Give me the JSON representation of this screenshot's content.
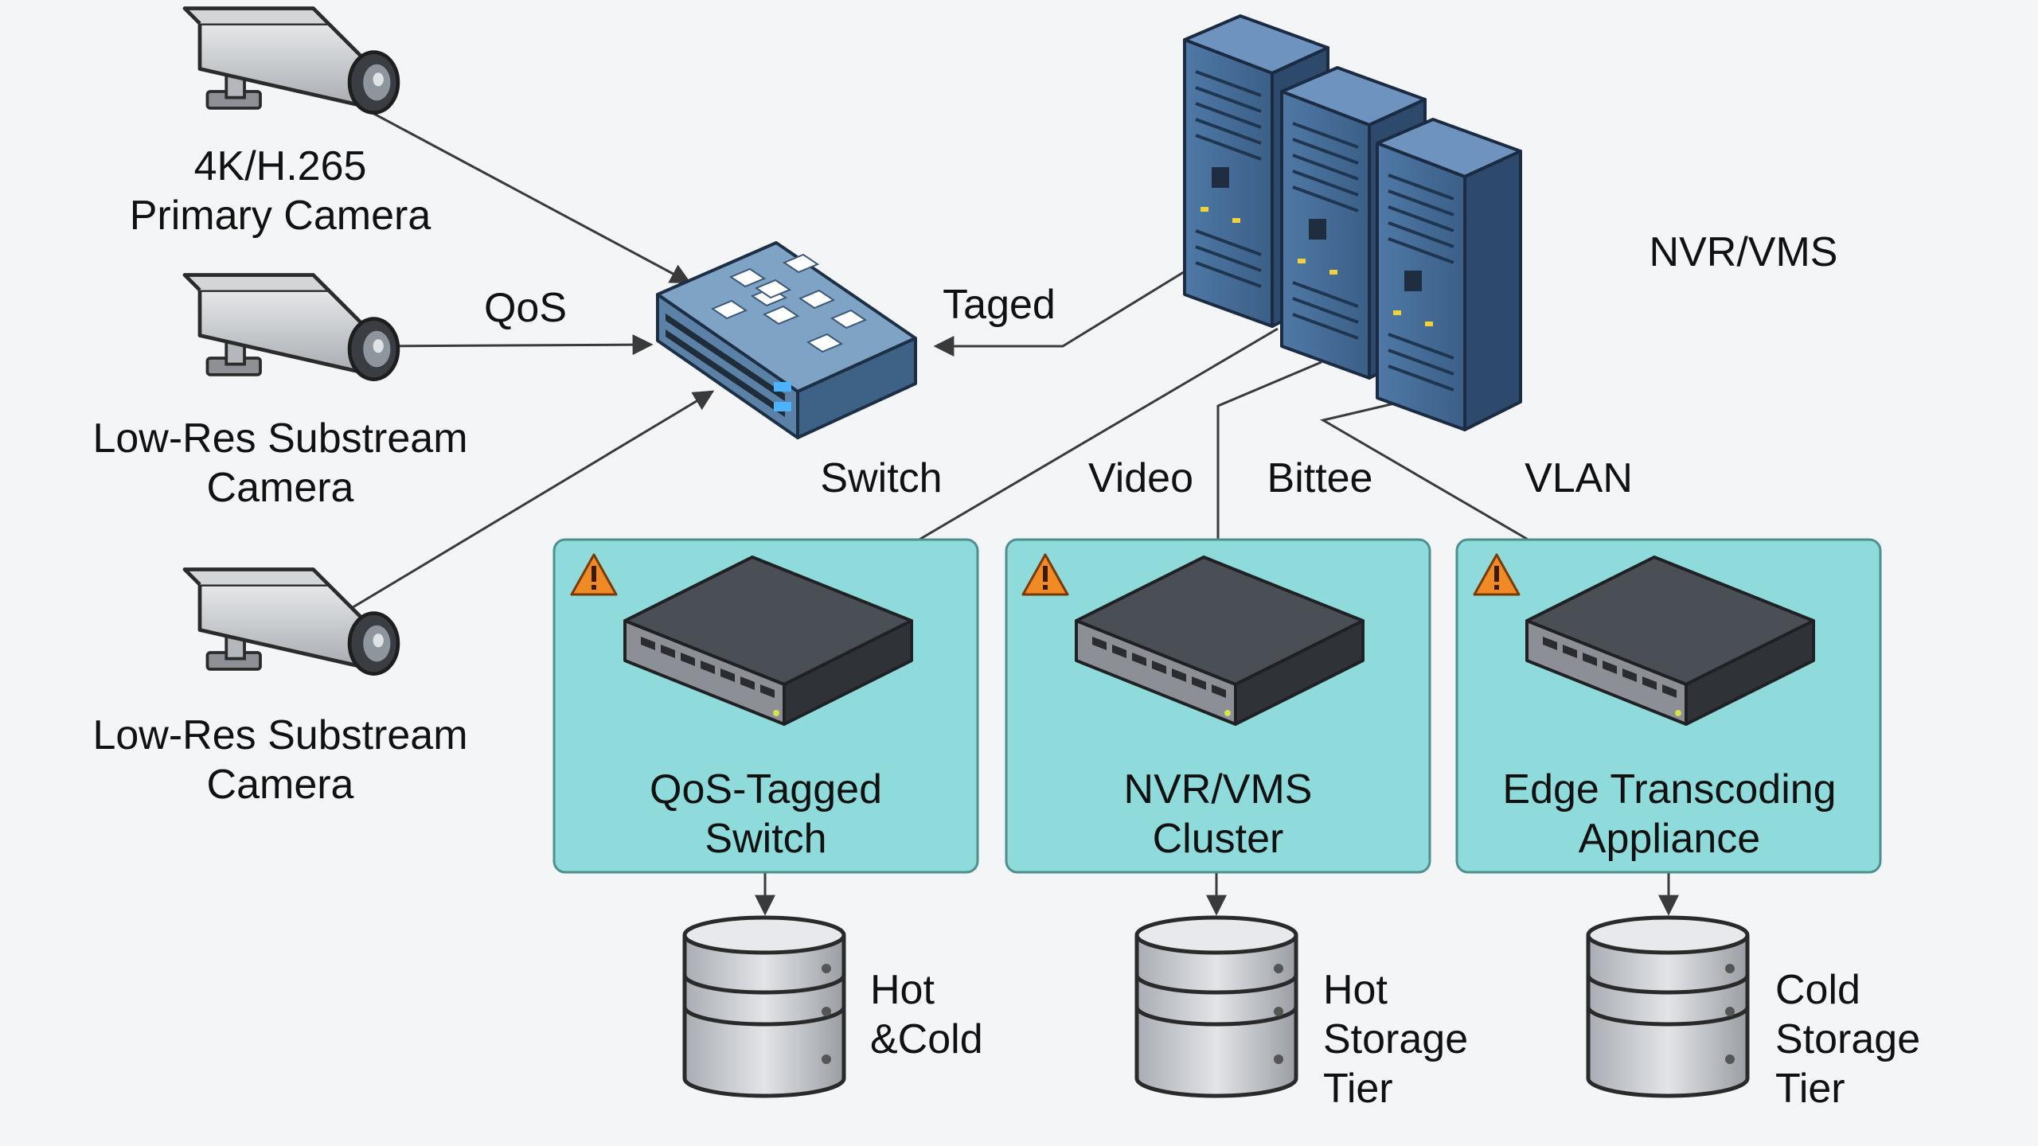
{
  "cameras": [
    {
      "line1": "4K/H.265",
      "line2": "Primary Camera"
    },
    {
      "line1": "Low-Res Substream",
      "line2": "Camera"
    },
    {
      "line1": "Low-Res Substream",
      "line2": "Camera"
    }
  ],
  "link_labels": {
    "qos": "QoS",
    "taged": "Taged",
    "switch": "Switch",
    "video": "Video",
    "bittee": "Bittee",
    "vlan": "VLAN"
  },
  "server": {
    "label": "NVR/VMS"
  },
  "panels": [
    {
      "line1": "QoS-Tagged",
      "line2": "Switch",
      "icon": "warning-icon"
    },
    {
      "line1": "NVR/VMS",
      "line2": "Cluster",
      "icon": "warning-icon"
    },
    {
      "line1": "Edge Transcoding",
      "line2": "Appliance",
      "icon": "warning-icon"
    }
  ],
  "storage": [
    {
      "lines": [
        "Hot",
        "&Cold"
      ]
    },
    {
      "lines": [
        "Hot",
        "Storage",
        "Tier"
      ]
    },
    {
      "lines": [
        "Cold",
        "Storage",
        "Tier"
      ]
    }
  ],
  "colors": {
    "panel_fill": "#8fdada",
    "panel_stroke": "#4e8f8f",
    "server_blue": "#3c6089",
    "switch_blue": "#5b82a6",
    "warning": "#f08a24",
    "line": "#3a3a3a"
  }
}
